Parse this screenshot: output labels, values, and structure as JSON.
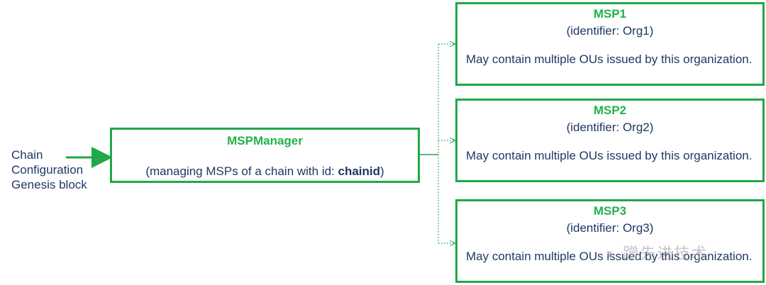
{
  "input": {
    "lines": [
      "Chain",
      "Configuration",
      "Genesis block"
    ]
  },
  "manager": {
    "title": "MSPManager",
    "subtitle_prefix": "(managing MSPs of a chain with id: ",
    "subtitle_bold": "chainid",
    "subtitle_suffix": ")"
  },
  "msps": [
    {
      "title": "MSP1",
      "identifier": "(identifier: Org1)",
      "description": "May contain multiple OUs issued by this organization."
    },
    {
      "title": "MSP2",
      "identifier": "(identifier: Org2)",
      "description": "May contain multiple OUs issued by this organization."
    },
    {
      "title": "MSP3",
      "identifier": "(identifier: Org3)",
      "description": "May contain multiple OUs issued by this organization."
    }
  ],
  "watermark": "蹭先进技术",
  "colors": {
    "accent": "#22b24c",
    "text": "#1f3864",
    "border": "#20a84a"
  }
}
